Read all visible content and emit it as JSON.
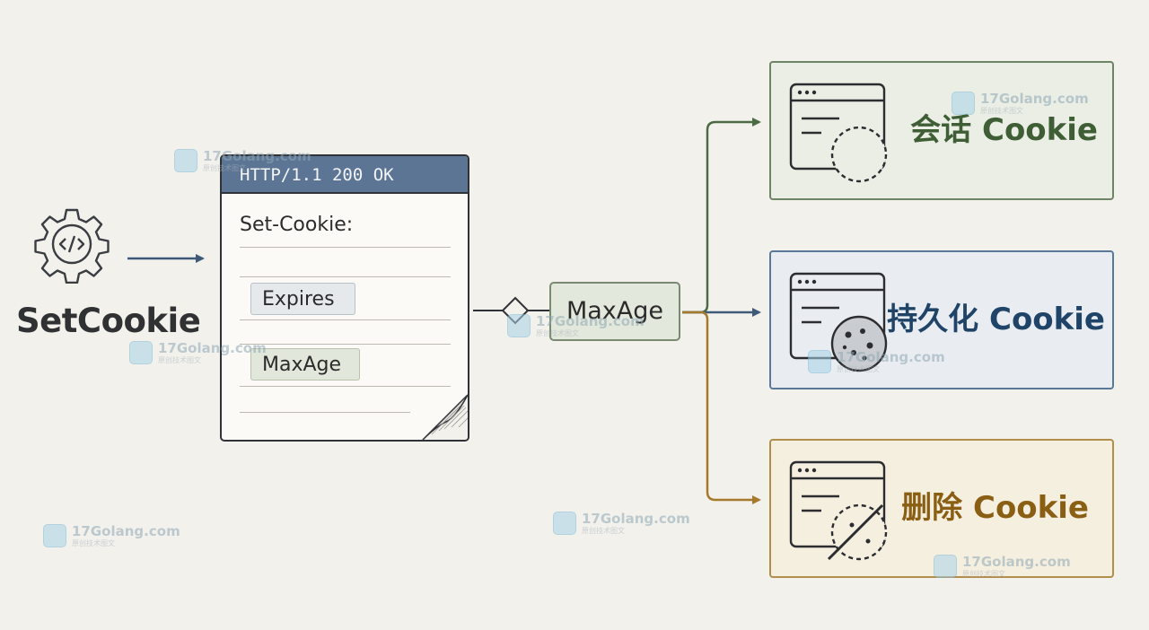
{
  "source": {
    "label": "SetCookie",
    "icon": "gear-code-icon"
  },
  "response": {
    "status_line": "HTTP/1.1 200 OK",
    "header_name": "Set-Cookie:",
    "fields": [
      "Expires",
      "MaxAge"
    ]
  },
  "decision": {
    "label": "MaxAge"
  },
  "outcomes": [
    {
      "label": "会话 Cookie",
      "color": "#3f5e35",
      "icon": "browser-empty-cookie-icon"
    },
    {
      "label": "持久化 Cookie",
      "color": "#1f4468",
      "icon": "browser-cookie-icon"
    },
    {
      "label": "删除 Cookie",
      "color": "#8a5f14",
      "icon": "browser-crossed-cookie-icon"
    }
  ],
  "watermark": {
    "text": "17Golang.com",
    "subtext": "原创技术图文"
  },
  "colors": {
    "arrow_main": "#3e5a78",
    "arrow_session": "#4d6b42",
    "arrow_persist": "#3e5a78",
    "arrow_delete": "#a57a2c",
    "card_header": "#5c7594"
  }
}
